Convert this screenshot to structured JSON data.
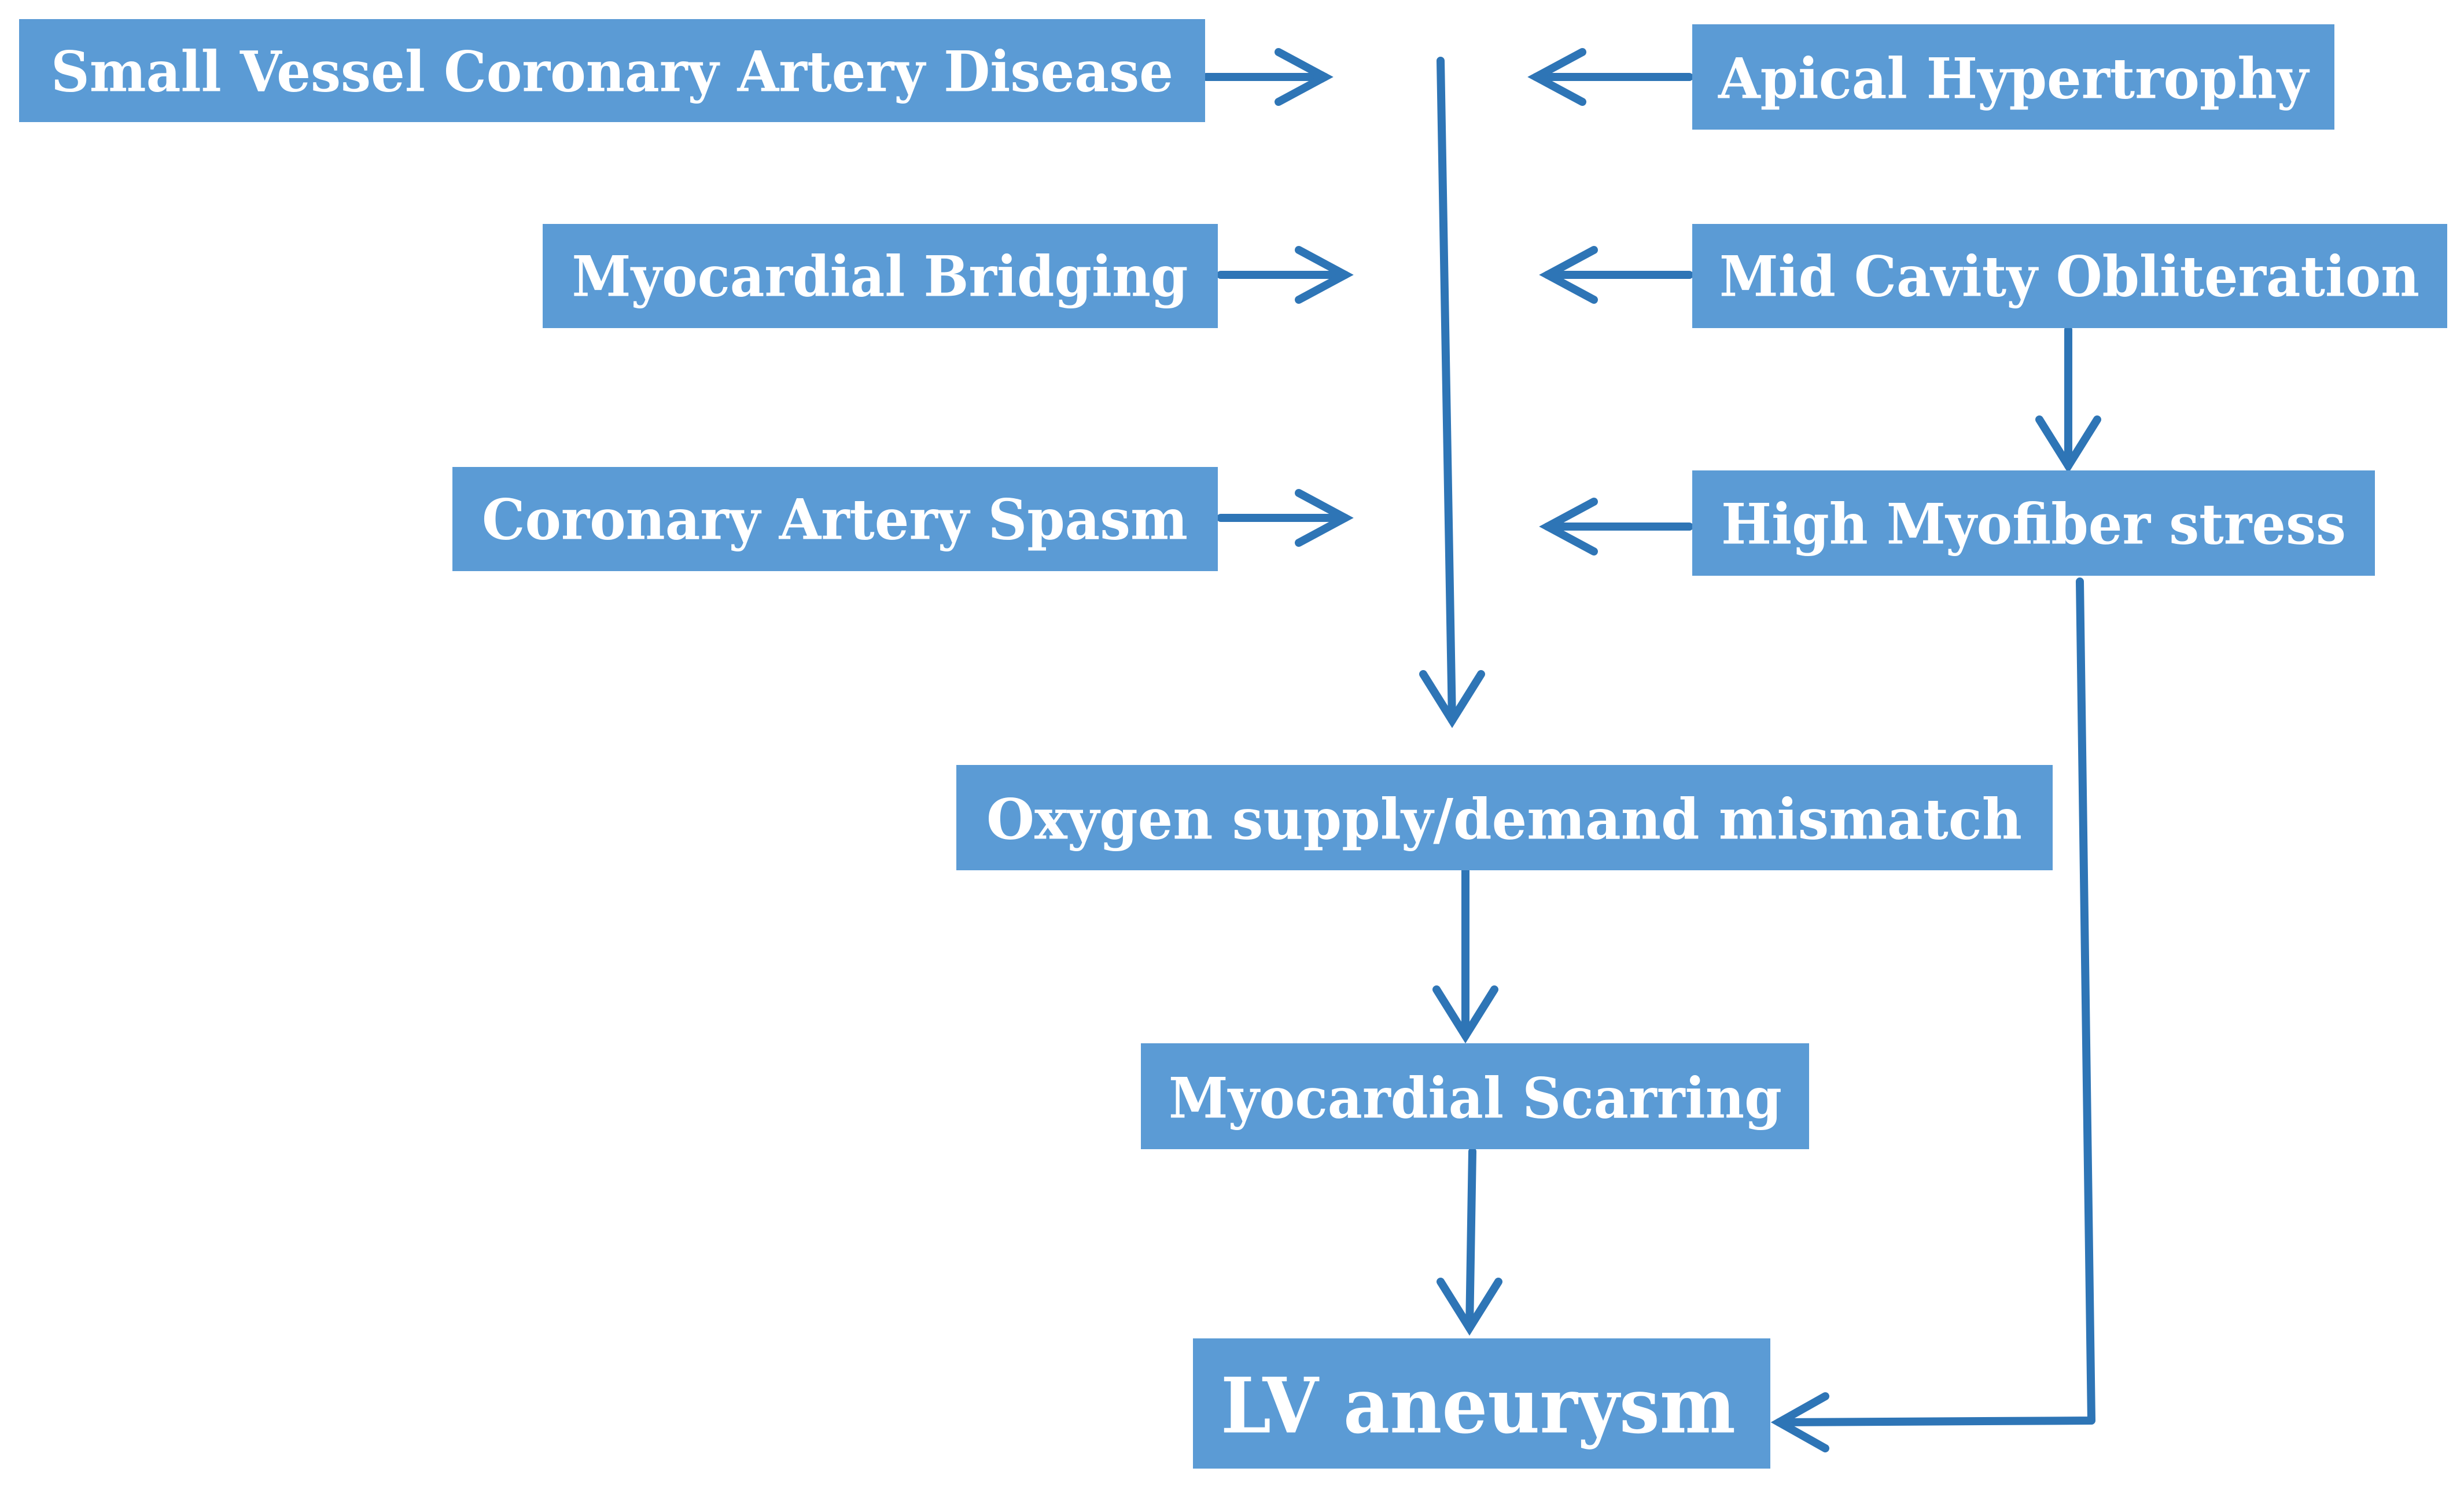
{
  "diagram": {
    "nodes": [
      {
        "id": "small-vessel-cad",
        "label": "Small Vessel Coronary Artery Disease"
      },
      {
        "id": "apical-hypertrophy",
        "label": "Apical Hypertrophy"
      },
      {
        "id": "myocardial-bridging",
        "label": "Myocardial Bridging"
      },
      {
        "id": "mid-cavity-obliteration",
        "label": "Mid Cavity Obliteration"
      },
      {
        "id": "coronary-artery-spasm",
        "label": "Coronary Artery Spasm"
      },
      {
        "id": "high-myofiber-stress",
        "label": "High Myofiber stress"
      },
      {
        "id": "oxygen-mismatch",
        "label": "Oxygen supply/demand mismatch"
      },
      {
        "id": "myocardial-scarring",
        "label": "Myocardial Scarring"
      },
      {
        "id": "lv-aneurysm",
        "label": "LV aneurysm"
      }
    ],
    "edges": [
      {
        "from": "small-vessel-cad",
        "to": "oxygen-mismatch"
      },
      {
        "from": "myocardial-bridging",
        "to": "oxygen-mismatch"
      },
      {
        "from": "coronary-artery-spasm",
        "to": "oxygen-mismatch"
      },
      {
        "from": "apical-hypertrophy",
        "to": "oxygen-mismatch"
      },
      {
        "from": "mid-cavity-obliteration",
        "to": "oxygen-mismatch"
      },
      {
        "from": "high-myofiber-stress",
        "to": "oxygen-mismatch"
      },
      {
        "from": "mid-cavity-obliteration",
        "to": "high-myofiber-stress"
      },
      {
        "from": "oxygen-mismatch",
        "to": "myocardial-scarring"
      },
      {
        "from": "myocardial-scarring",
        "to": "lv-aneurysm"
      },
      {
        "from": "high-myofiber-stress",
        "to": "lv-aneurysm"
      }
    ],
    "colors": {
      "box_fill": "#5b9bd5",
      "box_text": "#ffffff",
      "arrow": "#2e75b6",
      "background": "#ffffff"
    }
  }
}
